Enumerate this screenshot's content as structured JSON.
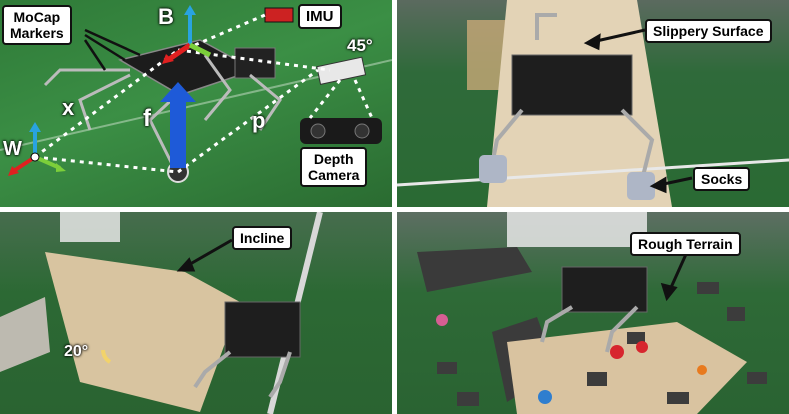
{
  "panel_top_left": {
    "mocap_label_line1": "MoCap",
    "mocap_label_line2": "Markers",
    "imu_label": "IMU",
    "depth_label_line1": "Depth",
    "depth_label_line2": "Camera",
    "angle_text": "45°",
    "frame_b": "B",
    "frame_w": "W",
    "vec_x": "x",
    "vec_f": "f",
    "vec_p": "p"
  },
  "panel_top_right": {
    "slippery_label": "Slippery Surface",
    "socks_label": "Socks"
  },
  "panel_bottom_left": {
    "incline_label": "Incline",
    "angle_text": "20°"
  },
  "panel_bottom_right": {
    "rough_label": "Rough Terrain"
  }
}
